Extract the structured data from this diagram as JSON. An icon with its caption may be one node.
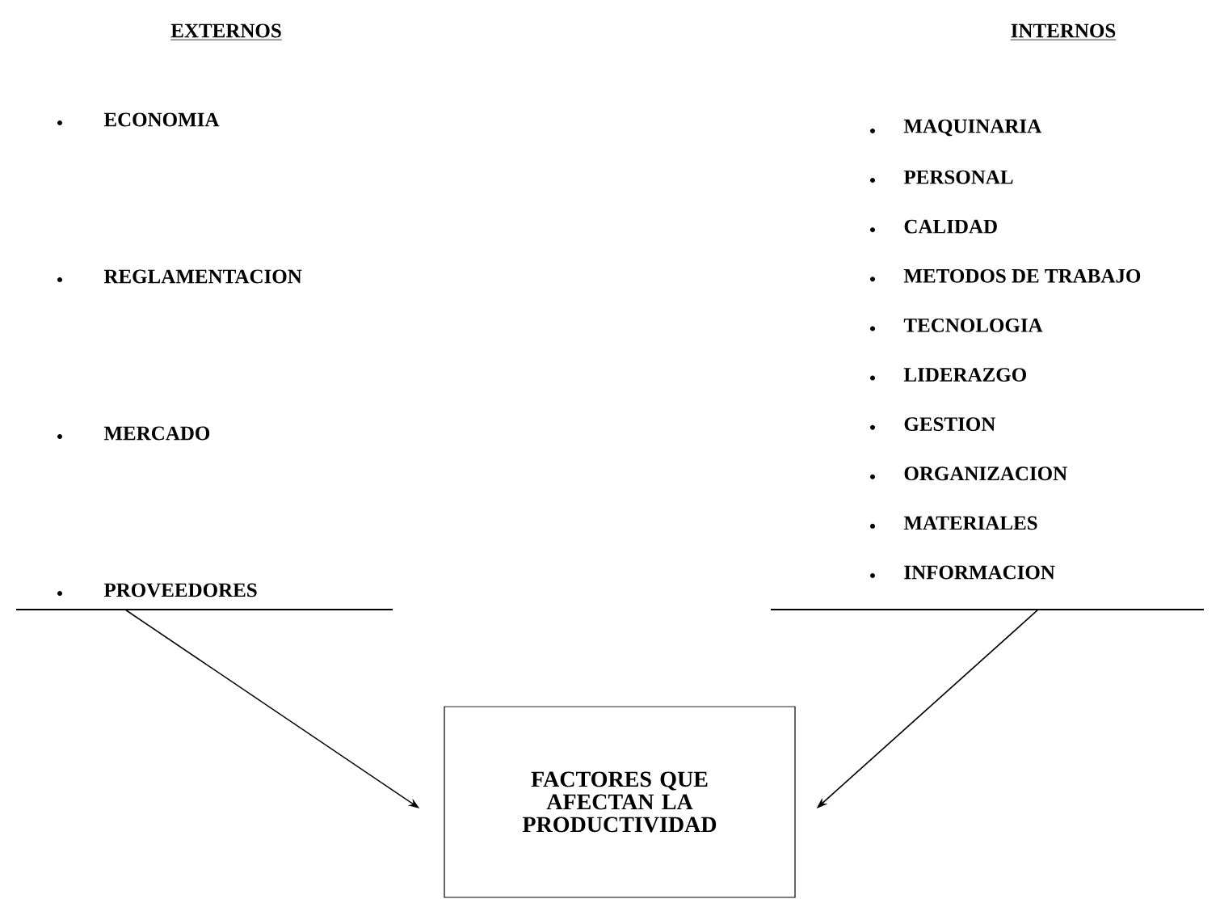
{
  "diagram": {
    "nodes": [
      {
        "text": [
          "EXTERNOS",
          "ECONOMIA",
          "REGLAMENTACION",
          "MERCADO",
          "PROVEEDORES"
        ]
      },
      {
        "text": [
          "INTERNOS",
          "MAQUINARIA",
          "PERSONAL",
          "CALIDAD",
          "METODOS DE TRABAJO",
          "TECNOLOGIA",
          "LIDERAZGO",
          "GESTION",
          "ORGANIZACION",
          "MATERIALES",
          "INFORMACION"
        ]
      },
      {
        "text": [
          "FACTORES QUE AFECTAN LA PRODUCTIVIDAD"
        ]
      }
    ],
    "edges": [
      {
        "from": 0,
        "to": 2,
        "arrow": "to"
      },
      {
        "from": 1,
        "to": 2,
        "arrow": "to"
      }
    ]
  }
}
